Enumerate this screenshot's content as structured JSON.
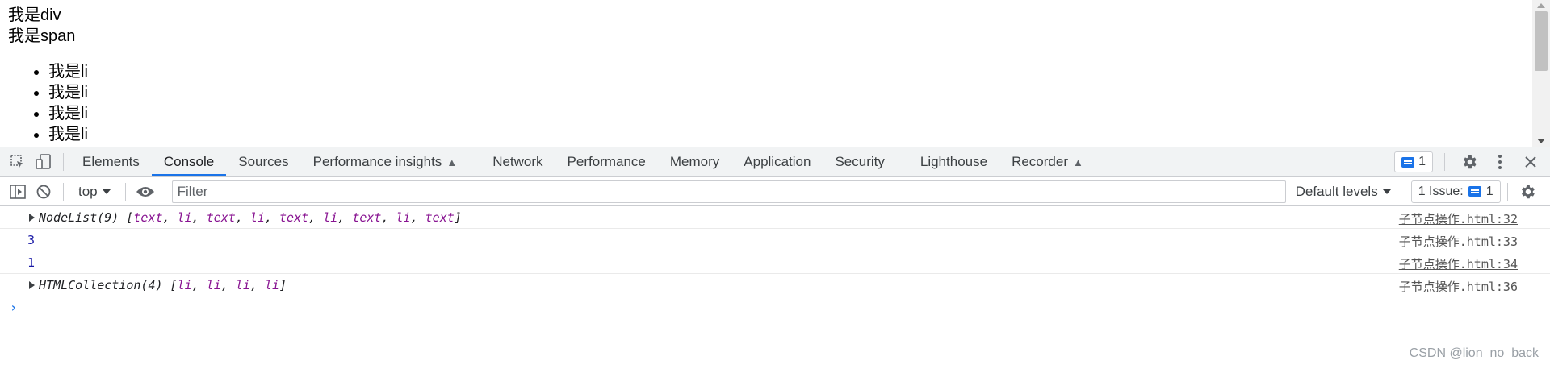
{
  "page": {
    "div_text": "我是div",
    "span_text": "我是span",
    "list_items": [
      "我是li",
      "我是li",
      "我是li",
      "我是li"
    ]
  },
  "devtools": {
    "tabs": [
      {
        "label": "Elements"
      },
      {
        "label": "Console",
        "active": true
      },
      {
        "label": "Sources"
      },
      {
        "label": "Performance insights",
        "flask": true
      },
      {
        "label": "Network"
      },
      {
        "label": "Performance"
      },
      {
        "label": "Memory"
      },
      {
        "label": "Application"
      },
      {
        "label": "Security"
      },
      {
        "label": "Lighthouse"
      },
      {
        "label": "Recorder",
        "flask": true
      }
    ],
    "issue_badge_count": "1",
    "accent_color": "#1a73e8"
  },
  "console_toolbar": {
    "context": "top",
    "filter_placeholder": "Filter",
    "levels": "Default levels",
    "issues_label": "1 Issue:",
    "issues_count": "1"
  },
  "console_messages": [
    {
      "text": "NodeList(9) [text, li, text, li, text, li, text, li, text]",
      "head": "NodeList(9)",
      "items": [
        "text",
        "li",
        "text",
        "li",
        "text",
        "li",
        "text",
        "li",
        "text"
      ],
      "expandable": true,
      "source": "子节点操作.html:32"
    },
    {
      "text": "3",
      "expandable": false,
      "source": "子节点操作.html:33"
    },
    {
      "text": "1",
      "expandable": false,
      "source": "子节点操作.html:34"
    },
    {
      "head": "HTMLCollection(4)",
      "items": [
        "li",
        "li",
        "li",
        "li"
      ],
      "expandable": true,
      "source": "子节点操作.html:36"
    }
  ],
  "prompt_symbol": "›",
  "watermark": "CSDN @lion_no_back"
}
